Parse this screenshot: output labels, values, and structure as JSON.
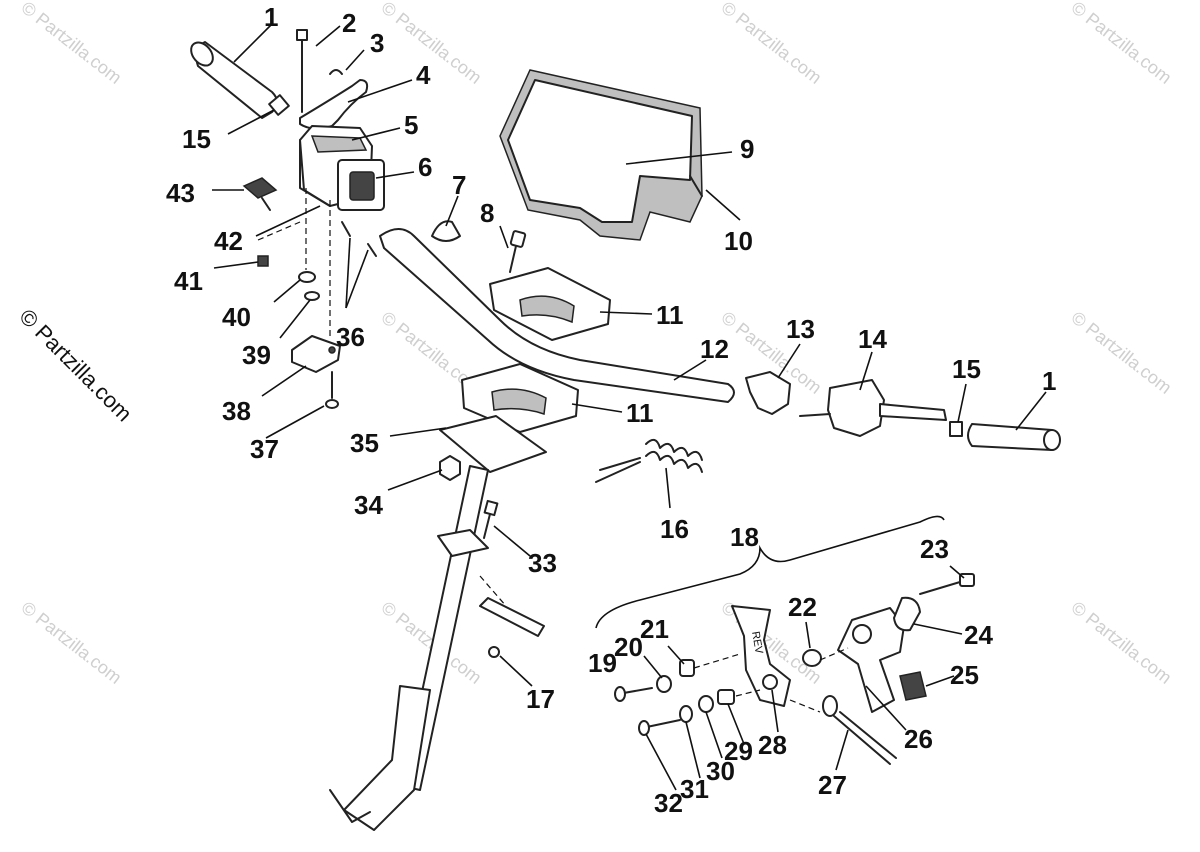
{
  "watermark": {
    "text": "© Partzilla.com",
    "side_text": "© Partzilla.com"
  },
  "callouts": [
    {
      "id": "c1a",
      "label": "1"
    },
    {
      "id": "c2",
      "label": "2"
    },
    {
      "id": "c3",
      "label": "3"
    },
    {
      "id": "c4",
      "label": "4"
    },
    {
      "id": "c5",
      "label": "5"
    },
    {
      "id": "c6",
      "label": "6"
    },
    {
      "id": "c7",
      "label": "7"
    },
    {
      "id": "c8",
      "label": "8"
    },
    {
      "id": "c9",
      "label": "9"
    },
    {
      "id": "c10",
      "label": "10"
    },
    {
      "id": "c11a",
      "label": "11"
    },
    {
      "id": "c11b",
      "label": "11"
    },
    {
      "id": "c12",
      "label": "12"
    },
    {
      "id": "c13",
      "label": "13"
    },
    {
      "id": "c14",
      "label": "14"
    },
    {
      "id": "c15a",
      "label": "15"
    },
    {
      "id": "c15b",
      "label": "15"
    },
    {
      "id": "c1b",
      "label": "1"
    },
    {
      "id": "c16",
      "label": "16"
    },
    {
      "id": "c17",
      "label": "17"
    },
    {
      "id": "c18",
      "label": "18"
    },
    {
      "id": "c19",
      "label": "19"
    },
    {
      "id": "c20",
      "label": "20"
    },
    {
      "id": "c21",
      "label": "21"
    },
    {
      "id": "c22",
      "label": "22"
    },
    {
      "id": "c23",
      "label": "23"
    },
    {
      "id": "c24",
      "label": "24"
    },
    {
      "id": "c25",
      "label": "25"
    },
    {
      "id": "c26",
      "label": "26"
    },
    {
      "id": "c27",
      "label": "27"
    },
    {
      "id": "c28",
      "label": "28"
    },
    {
      "id": "c29",
      "label": "29"
    },
    {
      "id": "c30",
      "label": "30"
    },
    {
      "id": "c31",
      "label": "31"
    },
    {
      "id": "c32",
      "label": "32"
    },
    {
      "id": "c33",
      "label": "33"
    },
    {
      "id": "c34",
      "label": "34"
    },
    {
      "id": "c35",
      "label": "35"
    },
    {
      "id": "c36",
      "label": "36"
    },
    {
      "id": "c37",
      "label": "37"
    },
    {
      "id": "c38",
      "label": "38"
    },
    {
      "id": "c39",
      "label": "39"
    },
    {
      "id": "c40",
      "label": "40"
    },
    {
      "id": "c41",
      "label": "41"
    },
    {
      "id": "c42",
      "label": "42"
    },
    {
      "id": "c43",
      "label": "43"
    }
  ],
  "part_markings": {
    "reverse_lever_text": "REV"
  }
}
